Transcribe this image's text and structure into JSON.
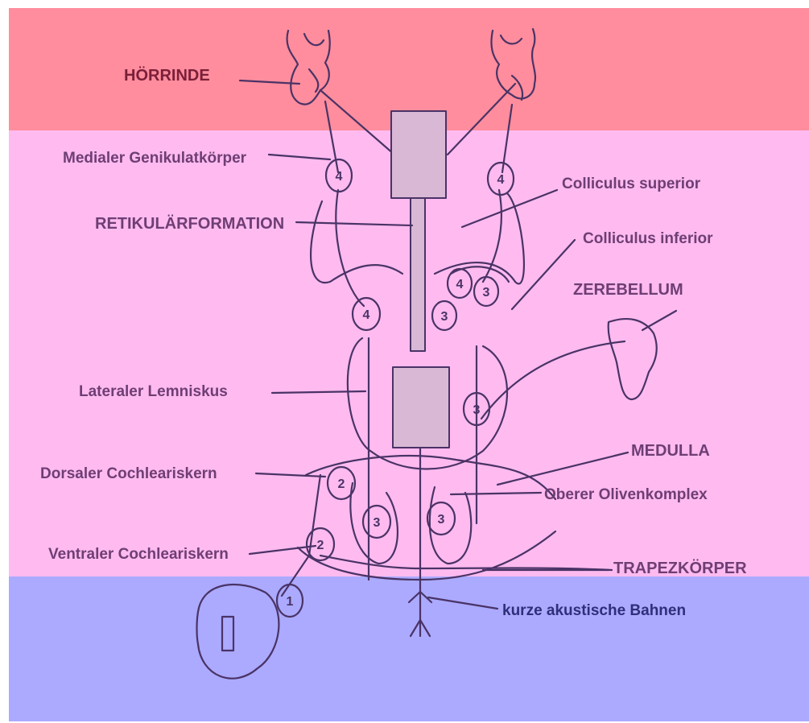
{
  "colors": {
    "band_top": "#ff8d9d",
    "band_middle": "#ffbbf0",
    "band_bottom": "#abaaff",
    "ink": "#4a3366",
    "label_text": "#6e3e74",
    "label_text_red": "#7a1f3a",
    "label_text_blue": "#2e2e7a"
  },
  "labels": {
    "hoerrinde": "HÖRRINDE",
    "medialer_genikulatkoerper": "Medialer Genikulatkörper",
    "retikulaerformation": "RETIKULÄRFORMATION",
    "colliculus_superior": "Colliculus superior",
    "colliculus_inferior": "Colliculus inferior",
    "zerebellum": "ZEREBELLUM",
    "lateraler_lemniskus": "Lateraler Lemniskus",
    "medulla": "MEDULLA",
    "dorsaler_cochleariskern": "Dorsaler Cochleariskern",
    "oberer_olivenkomplex": "Oberer Olivenkomplex",
    "ventraler_cochleariskern": "Ventraler Cochleariskern",
    "trapezkoerper": "TRAPEZKÖRPER",
    "kurze_akustische_bahnen": "kurze akustische Bahnen"
  },
  "nodes": {
    "n1": "1",
    "n2": "2",
    "n3": "3",
    "n4": "4"
  }
}
